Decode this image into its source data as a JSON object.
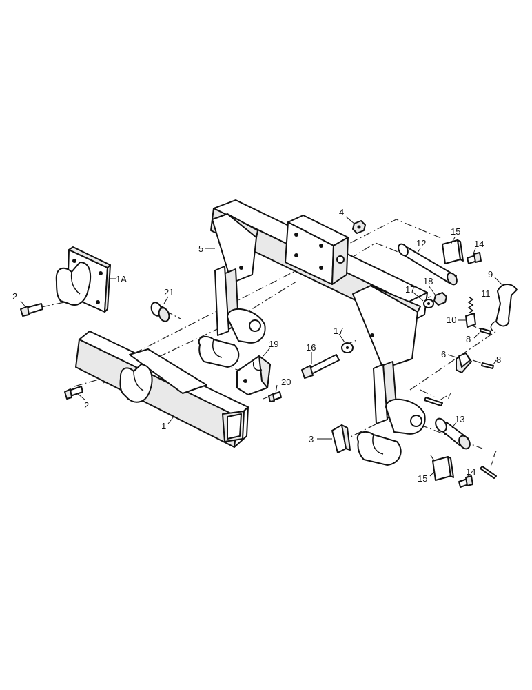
{
  "callouts": [
    {
      "id": "c1a",
      "text": "1A"
    },
    {
      "id": "c2a",
      "text": "2"
    },
    {
      "id": "c21",
      "text": "21"
    },
    {
      "id": "c5",
      "text": "5"
    },
    {
      "id": "c4",
      "text": "4"
    },
    {
      "id": "c15a",
      "text": "15"
    },
    {
      "id": "c14a",
      "text": "14"
    },
    {
      "id": "c12",
      "text": "12"
    },
    {
      "id": "c9",
      "text": "9"
    },
    {
      "id": "c18",
      "text": "18"
    },
    {
      "id": "c17a",
      "text": "17"
    },
    {
      "id": "c11",
      "text": "11"
    },
    {
      "id": "c10",
      "text": "10"
    },
    {
      "id": "c8a",
      "text": "8"
    },
    {
      "id": "c17b",
      "text": "17"
    },
    {
      "id": "c16",
      "text": "16"
    },
    {
      "id": "c19",
      "text": "19"
    },
    {
      "id": "c6",
      "text": "6"
    },
    {
      "id": "c8b",
      "text": "8"
    },
    {
      "id": "c20",
      "text": "20"
    },
    {
      "id": "c2b",
      "text": "2"
    },
    {
      "id": "c7a",
      "text": "7"
    },
    {
      "id": "c1",
      "text": "1"
    },
    {
      "id": "c13",
      "text": "13"
    },
    {
      "id": "c3",
      "text": "3"
    },
    {
      "id": "c7b",
      "text": "7"
    },
    {
      "id": "c15b",
      "text": "15"
    },
    {
      "id": "c14b",
      "text": "14"
    }
  ]
}
